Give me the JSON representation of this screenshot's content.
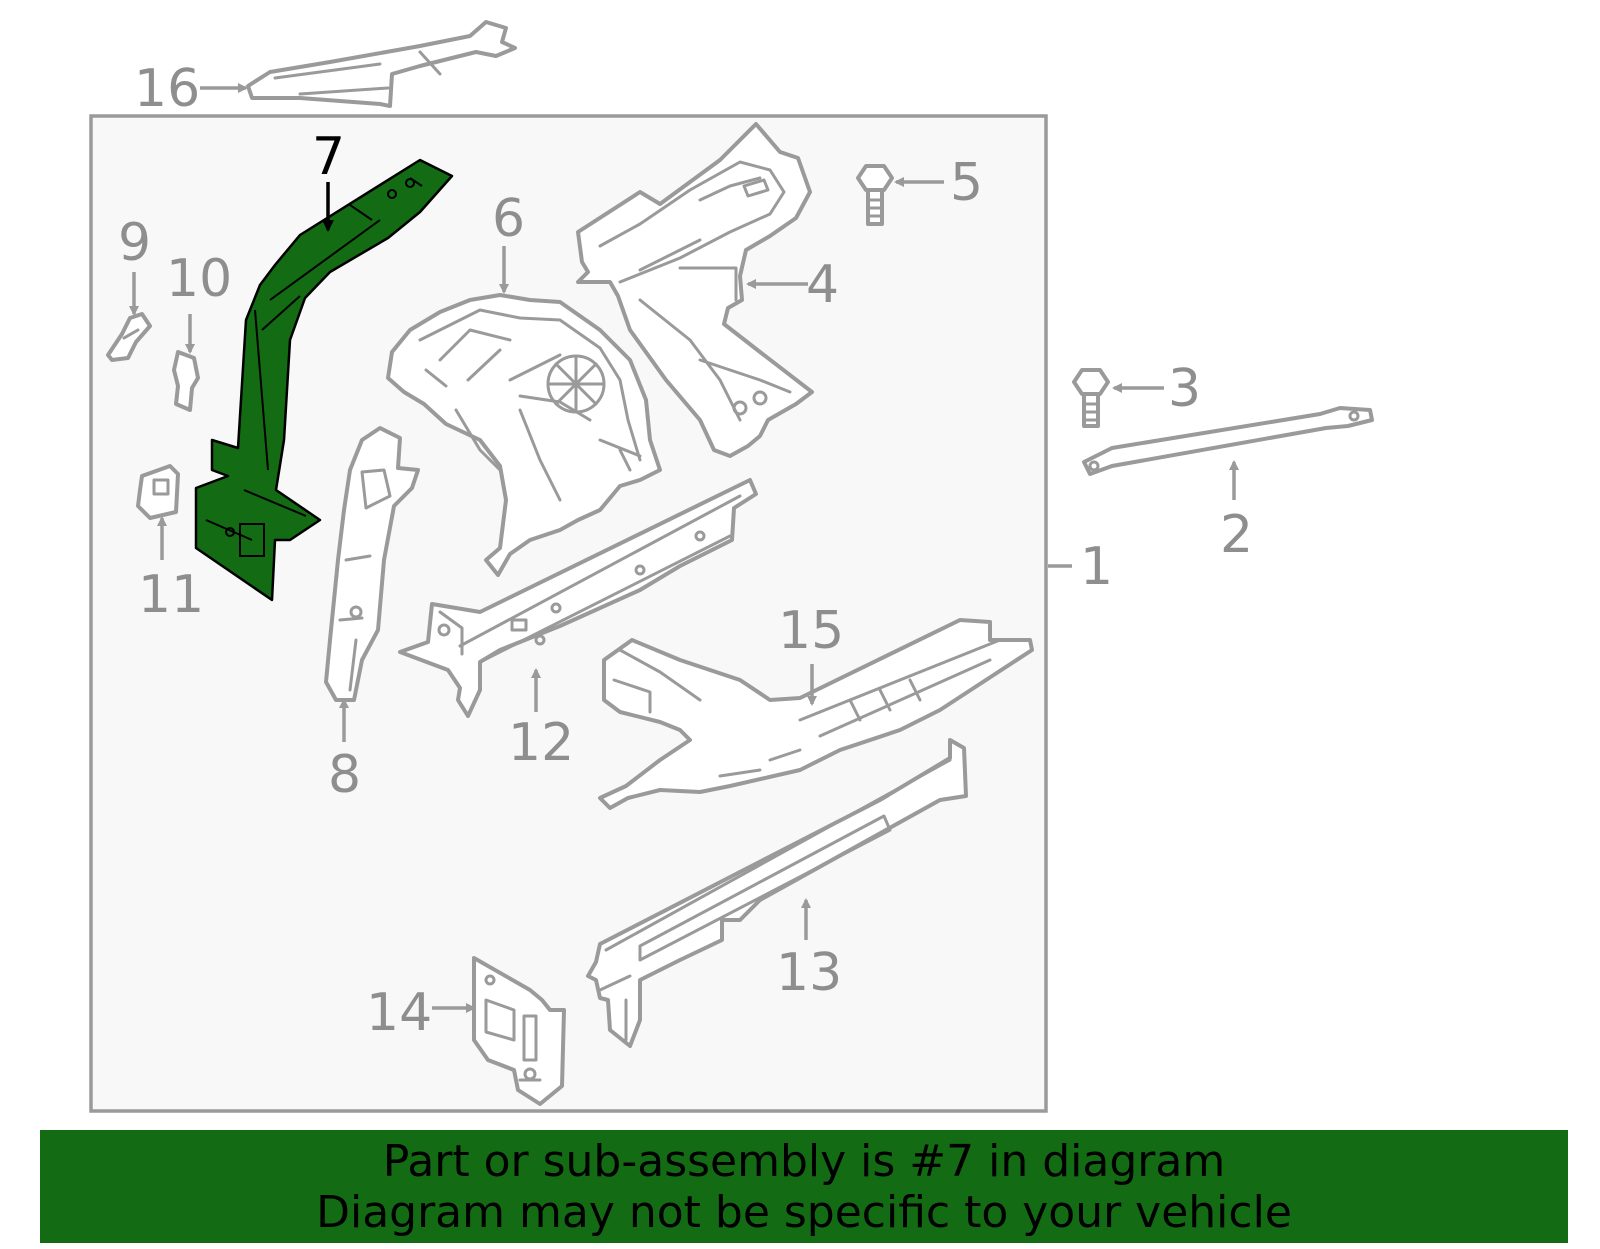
{
  "callouts": {
    "c1": "1",
    "c2": "2",
    "c3": "3",
    "c4": "4",
    "c5": "5",
    "c6": "6",
    "c7": "7",
    "c8": "8",
    "c9": "9",
    "c10": "10",
    "c11": "11",
    "c12": "12",
    "c13": "13",
    "c14": "14",
    "c15": "15",
    "c16": "16"
  },
  "highlighted_part": "7",
  "colors": {
    "highlight": "#136b13",
    "line": "#9a9a9a",
    "box_fill": "#f8f8f8"
  },
  "banner": {
    "line1": "Part or sub-assembly is #7 in diagram",
    "line2": "Diagram may not be specific to your vehicle"
  }
}
